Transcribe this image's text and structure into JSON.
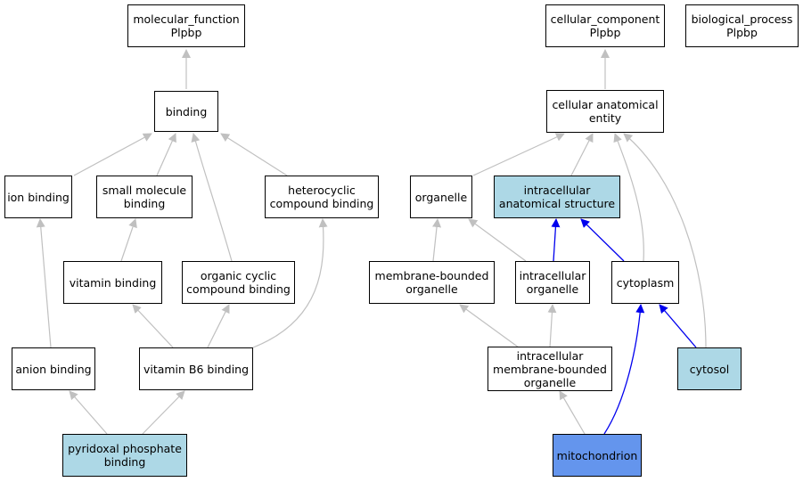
{
  "colors": {
    "highlight_light": "#add8e6",
    "highlight_dark": "#6495ed",
    "edge_grey": "#c0c0c0",
    "edge_blue": "#0000ee"
  },
  "nodes": {
    "molecular_function": [
      "molecular_function",
      "Plpbp"
    ],
    "cellular_component": [
      "cellular_component",
      "Plpbp"
    ],
    "biological_process": [
      "biological_process",
      "Plpbp"
    ],
    "binding": [
      "binding"
    ],
    "ion_binding": [
      "ion binding"
    ],
    "small_molecule_binding": [
      "small molecule",
      "binding"
    ],
    "heterocyclic_compound_binding": [
      "heterocyclic",
      "compound binding"
    ],
    "vitamin_binding": [
      "vitamin binding"
    ],
    "organic_cyclic_compound_binding": [
      "organic cyclic",
      "compound binding"
    ],
    "anion_binding": [
      "anion binding"
    ],
    "vitamin_b6_binding": [
      "vitamin B6 binding"
    ],
    "pyridoxal_phosphate_binding": [
      "pyridoxal phosphate",
      "binding"
    ],
    "cellular_anatomical_entity": [
      "cellular anatomical",
      "entity"
    ],
    "organelle": [
      "organelle"
    ],
    "intracellular_anatomical_structure": [
      "intracellular",
      "anatomical structure"
    ],
    "membrane_bounded_organelle": [
      "membrane-bounded",
      "organelle"
    ],
    "intracellular_organelle": [
      "intracellular",
      "organelle"
    ],
    "cytoplasm": [
      "cytoplasm"
    ],
    "intracellular_membrane_bounded_organelle": [
      "intracellular",
      "membrane-bounded",
      "organelle"
    ],
    "cytosol": [
      "cytosol"
    ],
    "mitochondrion": [
      "mitochondrion"
    ]
  }
}
